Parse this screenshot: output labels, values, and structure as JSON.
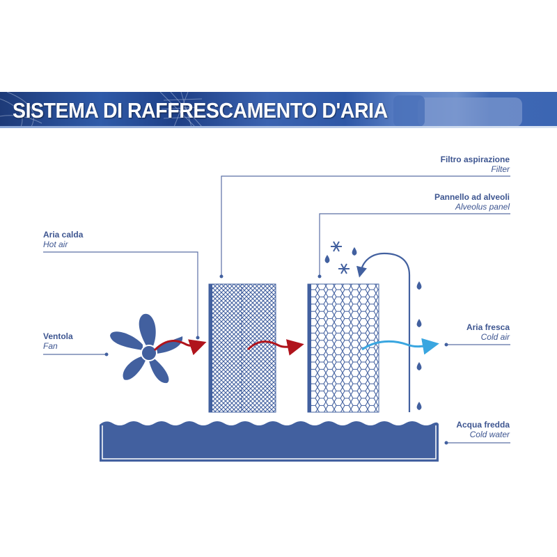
{
  "header": {
    "title": "SISTEMA DI RAFFRESCAMENTO D'ARIA"
  },
  "labels": {
    "filter": {
      "it": "Filtro aspirazione",
      "en": "Filter"
    },
    "alveolus_panel": {
      "it": "Pannello ad alveoli",
      "en": "Alveolus panel"
    },
    "hot_air": {
      "it": "Aria calda",
      "en": "Hot air"
    },
    "fan": {
      "it": "Ventola",
      "en": "Fan"
    },
    "cold_air": {
      "it": "Aria fresca",
      "en": "Cold air"
    },
    "cold_water": {
      "it": "Acqua fredda",
      "en": "Cold water"
    }
  },
  "colors": {
    "primary_blue": "#42609f",
    "label_text": "#3d5590",
    "hot_air_arrow": "#b0141c",
    "cold_air_arrow": "#3aa6e0",
    "banner_blue": "#3c66b3"
  }
}
